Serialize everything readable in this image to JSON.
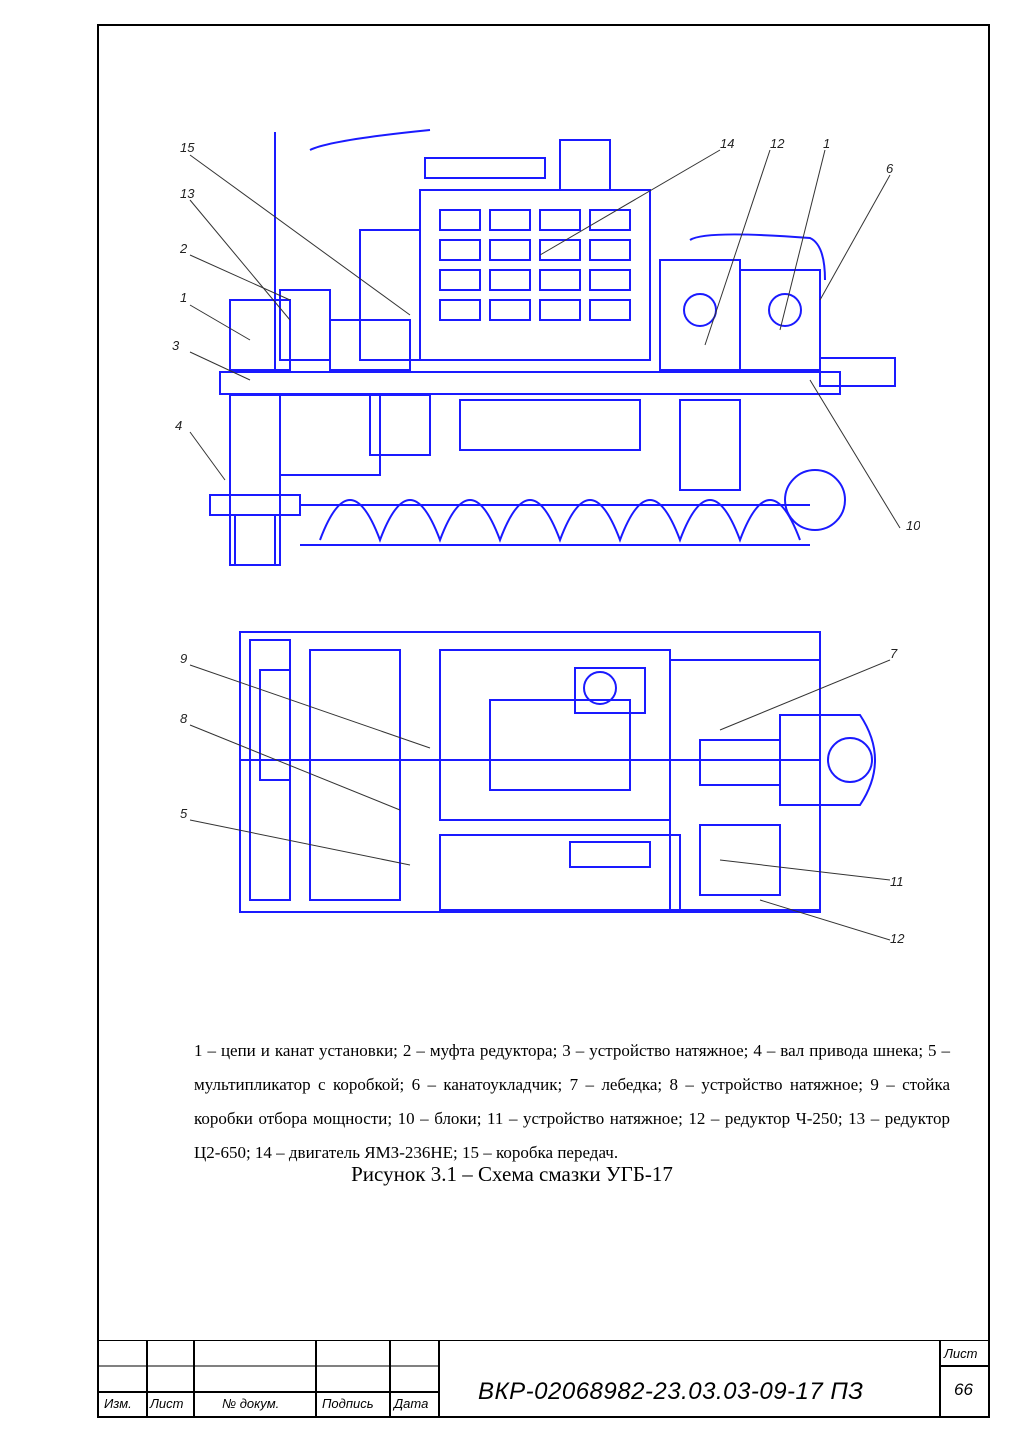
{
  "callouts_top": [
    "15",
    "13",
    "2",
    "1",
    "3",
    "4",
    "14",
    "12",
    "1",
    "6",
    "10"
  ],
  "callouts_bottom": [
    "9",
    "8",
    "5",
    "7",
    "11",
    "12"
  ],
  "legend_text": "1 – цепи и канат установки; 2 – муфта редуктора; 3 – устройство натяжное; 4 – вал привода шнека; 5 – мультипликатор с коробкой;  6 – канатоукладчик; 7 – лебедка; 8 – устройство натяжное;  9 – стойка коробки отбора мощности; 10 – блоки; 11 – устройство натяжное; 12 – редуктор Ч-250; 13 – редуктор Ц2-650; 14 – двигатель ЯМЗ-236НЕ; 15 – коробка передач.",
  "figure_title": "Рисунок 3.1 – Схема смазки УГБ-17",
  "stamp": {
    "col_izm": "Изм.",
    "col_list": "Лист",
    "col_doc": "№ докум.",
    "col_sign": "Подпись",
    "col_date": "Дата",
    "doc_code": "ВКР-02068982-23.03.03-09-17 ПЗ",
    "sheet_label": "Лист",
    "sheet_number": "66"
  },
  "colors": {
    "drawing": "#1a1aff",
    "frame": "#000000"
  }
}
